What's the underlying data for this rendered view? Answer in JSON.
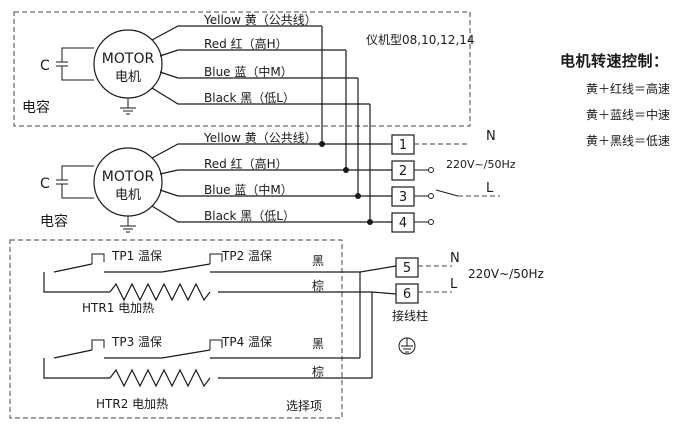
{
  "motor_label": "MOTOR",
  "motor_cn": "电机",
  "capacitor_letter": "C",
  "capacitor_cn": "电容",
  "model_note": "仪机型08,10,12,14",
  "wires": [
    {
      "en": "Yellow",
      "cn": "黄（公共线）"
    },
    {
      "en": "Red",
      "cn": "红（高H）"
    },
    {
      "en": "Blue",
      "cn": "蓝（中M）"
    },
    {
      "en": "Black",
      "cn": "黑（低L）"
    }
  ],
  "terminals": [
    "1",
    "2",
    "3",
    "4",
    "5",
    "6"
  ],
  "line_N": "N",
  "line_L": "L",
  "voltage": "220V~/50Hz",
  "heater1": {
    "tp_a": "TP1 温保",
    "tp_b": "TP2 温保",
    "name": "HTR1 电加热"
  },
  "heater2": {
    "tp_a": "TP3 温保",
    "tp_b": "TP4 温保",
    "name": "HTR2 电加热"
  },
  "heater_black": "黑",
  "heater_brown": "棕",
  "terminal_block": "接线柱",
  "optional": "选择项",
  "legend": {
    "title": "电机转速控制：",
    "lines": [
      "黄＋红线＝高速",
      "黄＋蓝线＝中速",
      "黄＋黑线＝低速"
    ]
  }
}
